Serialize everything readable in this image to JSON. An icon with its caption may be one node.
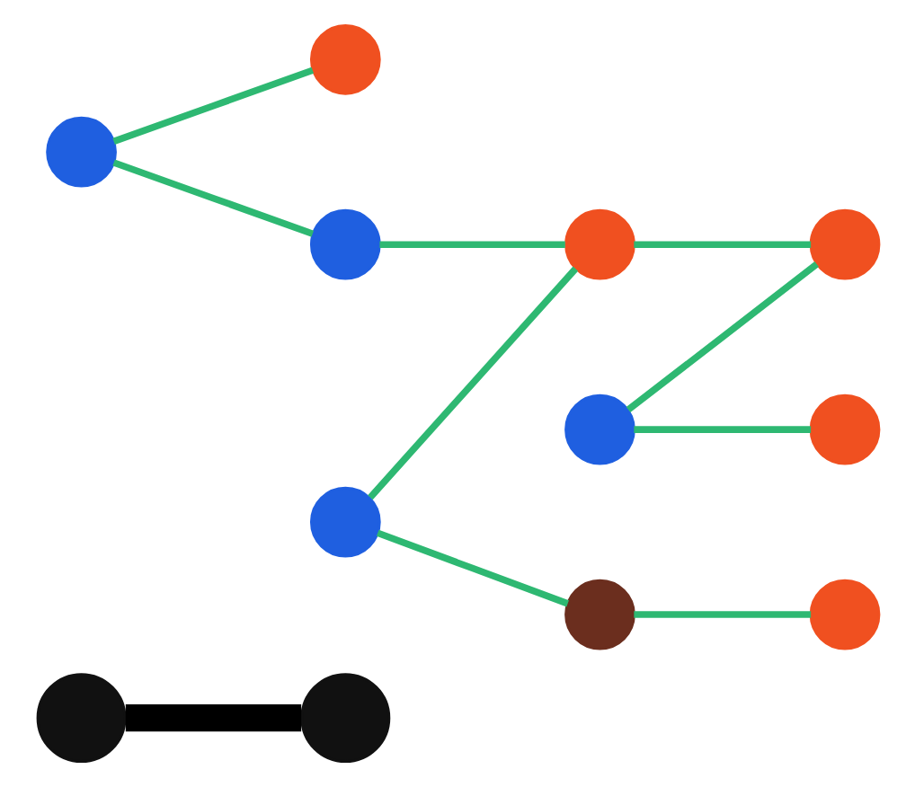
{
  "diagram": {
    "nodes": [
      {
        "text": [],
        "shape": "circle"
      },
      {
        "text": [],
        "shape": "circle"
      },
      {
        "text": [],
        "shape": "circle"
      },
      {
        "text": [],
        "shape": "circle"
      },
      {
        "text": [],
        "shape": "circle"
      },
      {
        "text": [],
        "shape": "circle"
      },
      {
        "text": [],
        "shape": "circle"
      },
      {
        "text": [],
        "shape": "circle"
      },
      {
        "text": [],
        "shape": "circle"
      },
      {
        "text": [],
        "shape": "circle"
      },
      {
        "text": [],
        "shape": "circle"
      },
      {
        "text": [],
        "shape": "circle"
      }
    ],
    "edges": [
      {
        "from": 1,
        "to": 2,
        "arrow": "none"
      },
      {
        "from": 1,
        "to": 3,
        "arrow": "none"
      },
      {
        "from": 3,
        "to": 7,
        "arrow": "none"
      },
      {
        "from": 6,
        "to": 7,
        "arrow": "none"
      },
      {
        "from": 7,
        "to": 8,
        "arrow": "none"
      },
      {
        "from": 4,
        "to": 8,
        "arrow": "none"
      },
      {
        "from": 4,
        "to": 5,
        "arrow": "none"
      },
      {
        "from": 6,
        "to": 10,
        "arrow": "none"
      },
      {
        "from": 10,
        "to": 11,
        "arrow": "none"
      },
      {
        "from": 0,
        "to": 9,
        "arrow": "none",
        "style": "thick",
        "color": "#000000"
      }
    ]
  }
}
